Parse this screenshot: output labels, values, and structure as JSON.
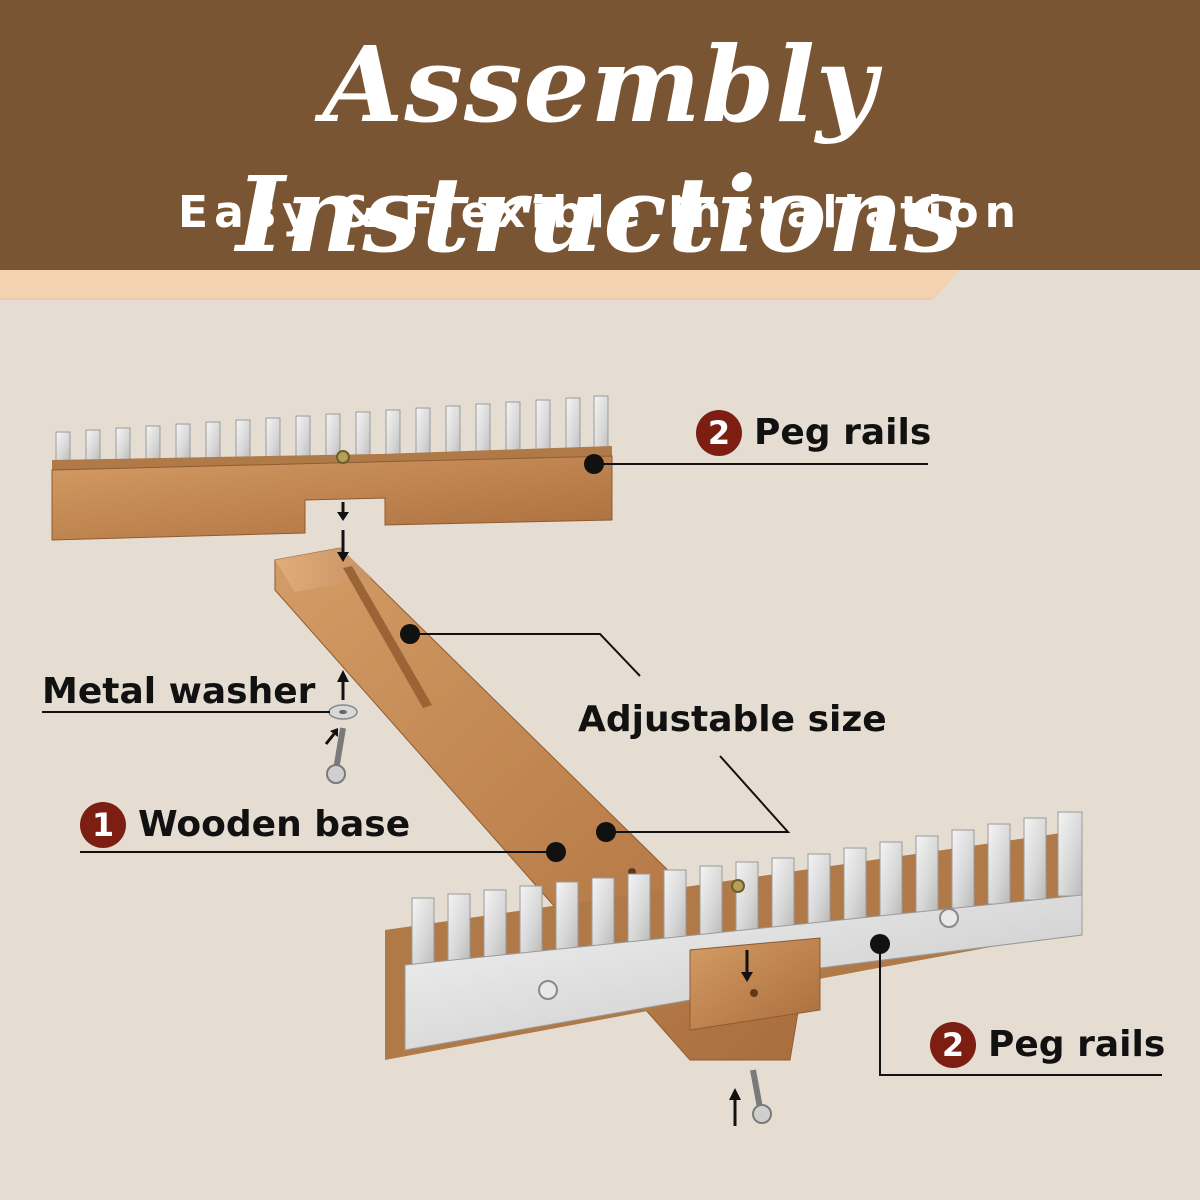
{
  "header": {
    "title": "Assembly Instructions",
    "subtitle": "Easy & Flexible Installation"
  },
  "labels": {
    "peg_rails_top": {
      "number": "2",
      "text": "Peg rails"
    },
    "metal_washer": {
      "text": "Metal washer"
    },
    "adjustable_size": {
      "text": "Adjustable size"
    },
    "wooden_base": {
      "number": "1",
      "text": "Wooden base"
    },
    "peg_rails_bottom": {
      "number": "2",
      "text": "Peg rails"
    }
  },
  "colors": {
    "header_bg": "#7a5533",
    "page_bg": "#e6ddd2",
    "badge": "#7d1e12",
    "wood": "#c98f5a",
    "steel": "#dcdcdc"
  }
}
